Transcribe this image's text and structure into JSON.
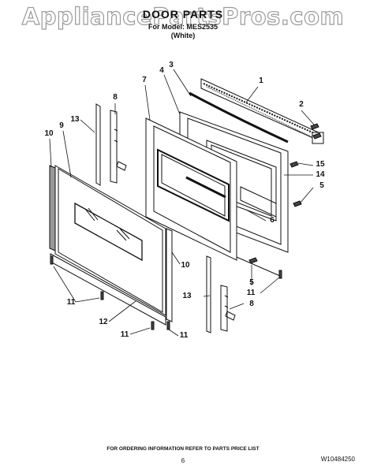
{
  "watermark": "AppliancePartsPros.com",
  "header": {
    "title": "DOOR PARTS",
    "model_line": "For Model: MES2535",
    "color_line": "(White)"
  },
  "callouts": [
    {
      "id": "c1",
      "label": "1"
    },
    {
      "id": "c2",
      "label": "2"
    },
    {
      "id": "c3",
      "label": "3"
    },
    {
      "id": "c4",
      "label": "4"
    },
    {
      "id": "c7",
      "label": "7"
    },
    {
      "id": "c8a",
      "label": "8"
    },
    {
      "id": "c13a",
      "label": "13"
    },
    {
      "id": "c9",
      "label": "9"
    },
    {
      "id": "c10a",
      "label": "10"
    },
    {
      "id": "c15",
      "label": "15"
    },
    {
      "id": "c14",
      "label": "14"
    },
    {
      "id": "c5a",
      "label": "5"
    },
    {
      "id": "c6",
      "label": "6"
    },
    {
      "id": "c10b",
      "label": "10"
    },
    {
      "id": "c5b",
      "label": "5"
    },
    {
      "id": "c11a",
      "label": "11"
    },
    {
      "id": "c13b",
      "label": "13"
    },
    {
      "id": "c8b",
      "label": "8"
    },
    {
      "id": "c11b",
      "label": "11"
    },
    {
      "id": "c12",
      "label": "12"
    },
    {
      "id": "c11c",
      "label": "11"
    },
    {
      "id": "c11d",
      "label": "11"
    }
  ],
  "footer": {
    "note": "FOR ORDERING INFORMATION REFER TO PARTS PRICE LIST",
    "page": "6",
    "doc": "W10484250"
  }
}
